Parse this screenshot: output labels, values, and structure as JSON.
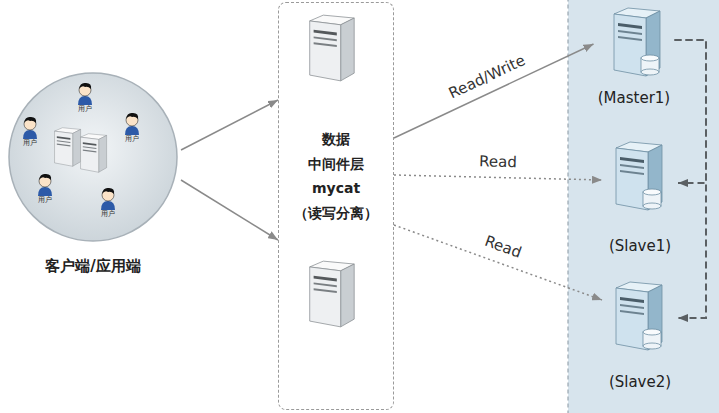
{
  "diagram": {
    "nodes": [
      {
        "text": [
          "客户端/应用端"
        ]
      },
      {
        "text": [
          "数据 中间件层 mycat （读写分离）"
        ]
      },
      {
        "text": [
          "(Master1)"
        ]
      },
      {
        "text": [
          "(Slave1)"
        ]
      },
      {
        "text": [
          "(Slave2)"
        ]
      }
    ],
    "edges": [
      {
        "from": 0,
        "to": 1,
        "arrow": "to"
      },
      {
        "from": 0,
        "to": 1,
        "arrow": "to"
      },
      {
        "from": 1,
        "to": 2,
        "arrow": "to",
        "label": "Read/Write"
      },
      {
        "from": 1,
        "to": 3,
        "arrow": "to",
        "label": "Read"
      },
      {
        "from": 1,
        "to": 4,
        "arrow": "to",
        "label": "Read"
      },
      {
        "from": 2,
        "to": 3,
        "arrow": "to"
      },
      {
        "from": 2,
        "to": 4,
        "arrow": "to"
      }
    ],
    "labels": [
      "用户",
      "用户",
      "用户",
      "用户",
      "用户"
    ]
  }
}
